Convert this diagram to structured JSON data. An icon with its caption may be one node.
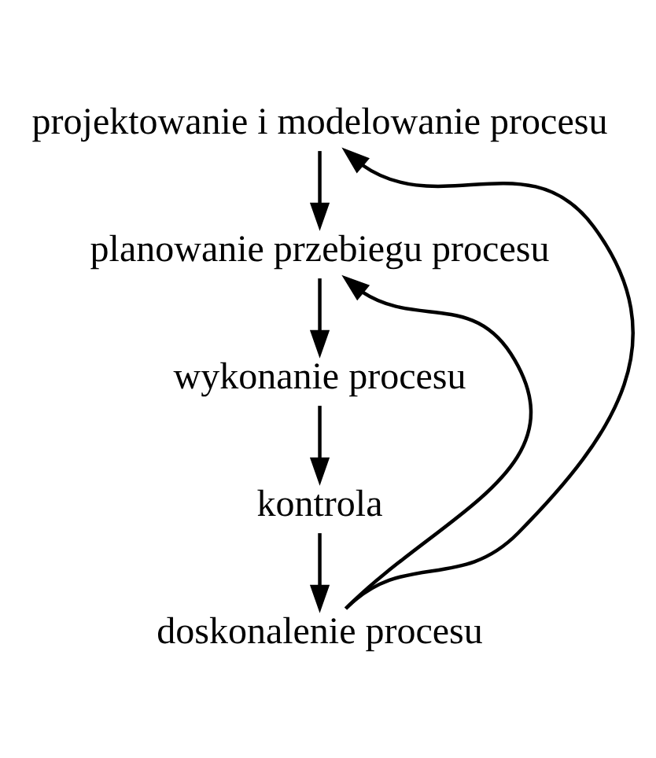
{
  "diagram": {
    "nodes": [
      {
        "text": [
          "projektowanie i modelowanie procesu"
        ]
      },
      {
        "text": [
          "planowanie przebiegu procesu"
        ]
      },
      {
        "text": [
          "wykonanie procesu"
        ]
      },
      {
        "text": [
          "kontrola"
        ]
      },
      {
        "text": [
          "doskonalenie procesu"
        ]
      }
    ],
    "edges": [
      {
        "from": 0,
        "to": 1,
        "arrow": "to"
      },
      {
        "from": 1,
        "to": 2,
        "arrow": "to"
      },
      {
        "from": 2,
        "to": 3,
        "arrow": "to"
      },
      {
        "from": 3,
        "to": 4,
        "arrow": "to"
      },
      {
        "from": 4,
        "to": 1,
        "arrow": "to"
      },
      {
        "from": 4,
        "to": 0,
        "arrow": "to"
      }
    ]
  }
}
